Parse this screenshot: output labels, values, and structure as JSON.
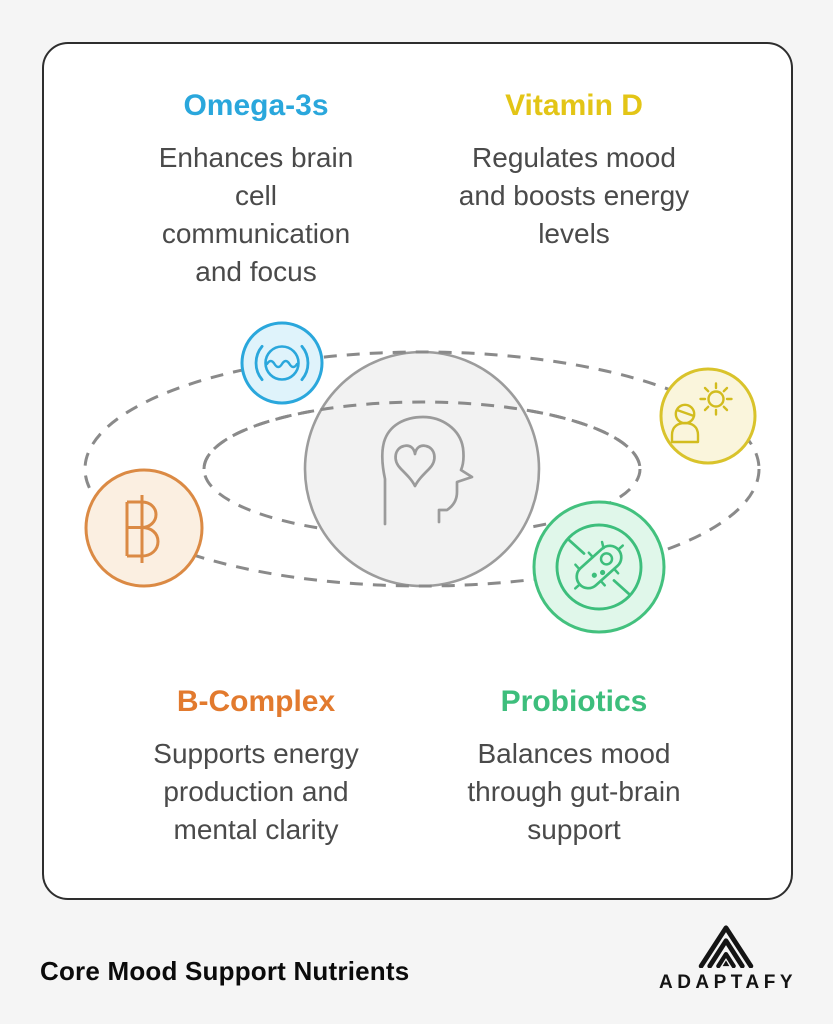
{
  "page": {
    "background": "#F5F5F5",
    "card_background": "#FFFFFF",
    "card_border": "#2E2E2E"
  },
  "nutrients": [
    {
      "name": "Omega-3s",
      "accent_color": "#2AA7DC",
      "circle_fill": "#DFF3FB",
      "icon": "omega-wave-icon",
      "description": "Enhances brain cell communication and focus",
      "lines": [
        "Enhances brain",
        "cell",
        "communication",
        "and focus"
      ]
    },
    {
      "name": "Vitamin D",
      "accent_color": "#E3C516",
      "circle_fill": "#FAF5DC",
      "icon": "person-sun-icon",
      "description": "Regulates mood and boosts energy levels",
      "lines": [
        "Regulates mood",
        "and boosts energy",
        "levels"
      ]
    },
    {
      "name": "B-Complex",
      "accent_color": "#E27A2E",
      "circle_fill": "#FBEFE1",
      "icon": "baht-b-icon",
      "description": "Supports energy production and mental clarity",
      "lines": [
        "Supports energy",
        "production and",
        "mental clarity"
      ]
    },
    {
      "name": "Probiotics",
      "accent_color": "#3DBE7C",
      "circle_fill": "#E0F7EA",
      "icon": "bacteria-icon",
      "description": "Balances mood through gut-brain support",
      "lines": [
        "Balances mood",
        "through gut-brain",
        "support"
      ]
    }
  ],
  "center": {
    "icon": "head-with-heart-icon",
    "circle_fill": "#F2F2F2",
    "stroke_color": "#9B9B9B",
    "orbit_color": "#8A8A8A"
  },
  "footer": {
    "title": "Core Mood Support Nutrients",
    "brand": "ADAPTAFY",
    "brand_icon": "mountain-a-icon"
  }
}
